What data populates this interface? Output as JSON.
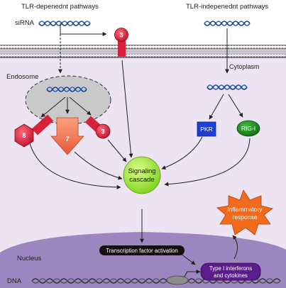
{
  "labels": {
    "tlr_dependent": "TLR-depenednt pathways",
    "tlr_independent": "TLR-indepenednt pathways",
    "sirna": "siRNA",
    "cytoplasm": "Cytoplasm",
    "endosome": "Endosome",
    "nucleus": "Nucleus",
    "dna": "DNA",
    "signaling_line1": "Signaling",
    "signaling_line2": "cascade",
    "transcription": "Transcription factor activation",
    "interferons_line1": "Type I interferons",
    "interferons_line2": "and cytokines",
    "inflammatory_line1": "Inflammatory",
    "inflammatory_line2": "response"
  },
  "receptors": {
    "tlr3_membrane": "3",
    "tlr8": "8",
    "tlr7": "7",
    "tlr3_endosome": "3",
    "pkr": "PKR",
    "rigi": "RIG-I"
  },
  "colors": {
    "cytoplasm_fill": "#ece4f2",
    "nucleus_fill": "#9b86c0",
    "membrane_head": "#6f6f6f",
    "endosome_fill": "#c9c9c9",
    "tlr_red": "#d8203a",
    "tlr7_orange": "#f27a52",
    "pkr_blue": "#1c3fd6",
    "rigi_green": "#1e8a1e",
    "signaling_green": "#9de22e",
    "interferon_purple": "#5b1d8c",
    "inflammatory_orange": "#f26a1b",
    "dna_blue": "#2a64c8"
  }
}
